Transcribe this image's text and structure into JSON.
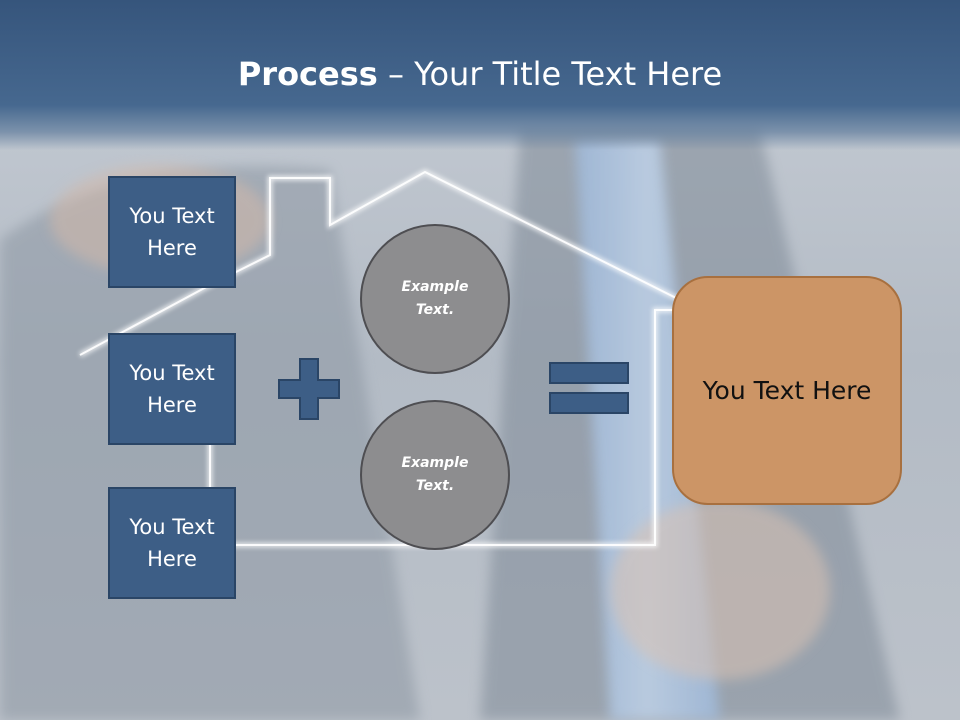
{
  "slide": {
    "title_bold": "Process",
    "title_rest": " – Your Title Text Here"
  },
  "left_boxes": [
    {
      "line1": "You Text",
      "line2": "Here"
    },
    {
      "line1": "You Text",
      "line2": "Here"
    },
    {
      "line1": "You Text",
      "line2": "Here"
    }
  ],
  "circles": [
    {
      "line1": "Example",
      "line2": "Text."
    },
    {
      "line1": "Example",
      "line2": "Text."
    }
  ],
  "result_box": {
    "text": "You Text Here"
  },
  "colors": {
    "title_bar": "#3c5c84",
    "box_fill": "#3d5e86",
    "circle_fill": "#8d8d8f",
    "result_fill": "#cc9566",
    "operator_fill": "#3d5e86"
  },
  "icons": {
    "plus": "plus-icon",
    "equals": "equals-icon"
  }
}
